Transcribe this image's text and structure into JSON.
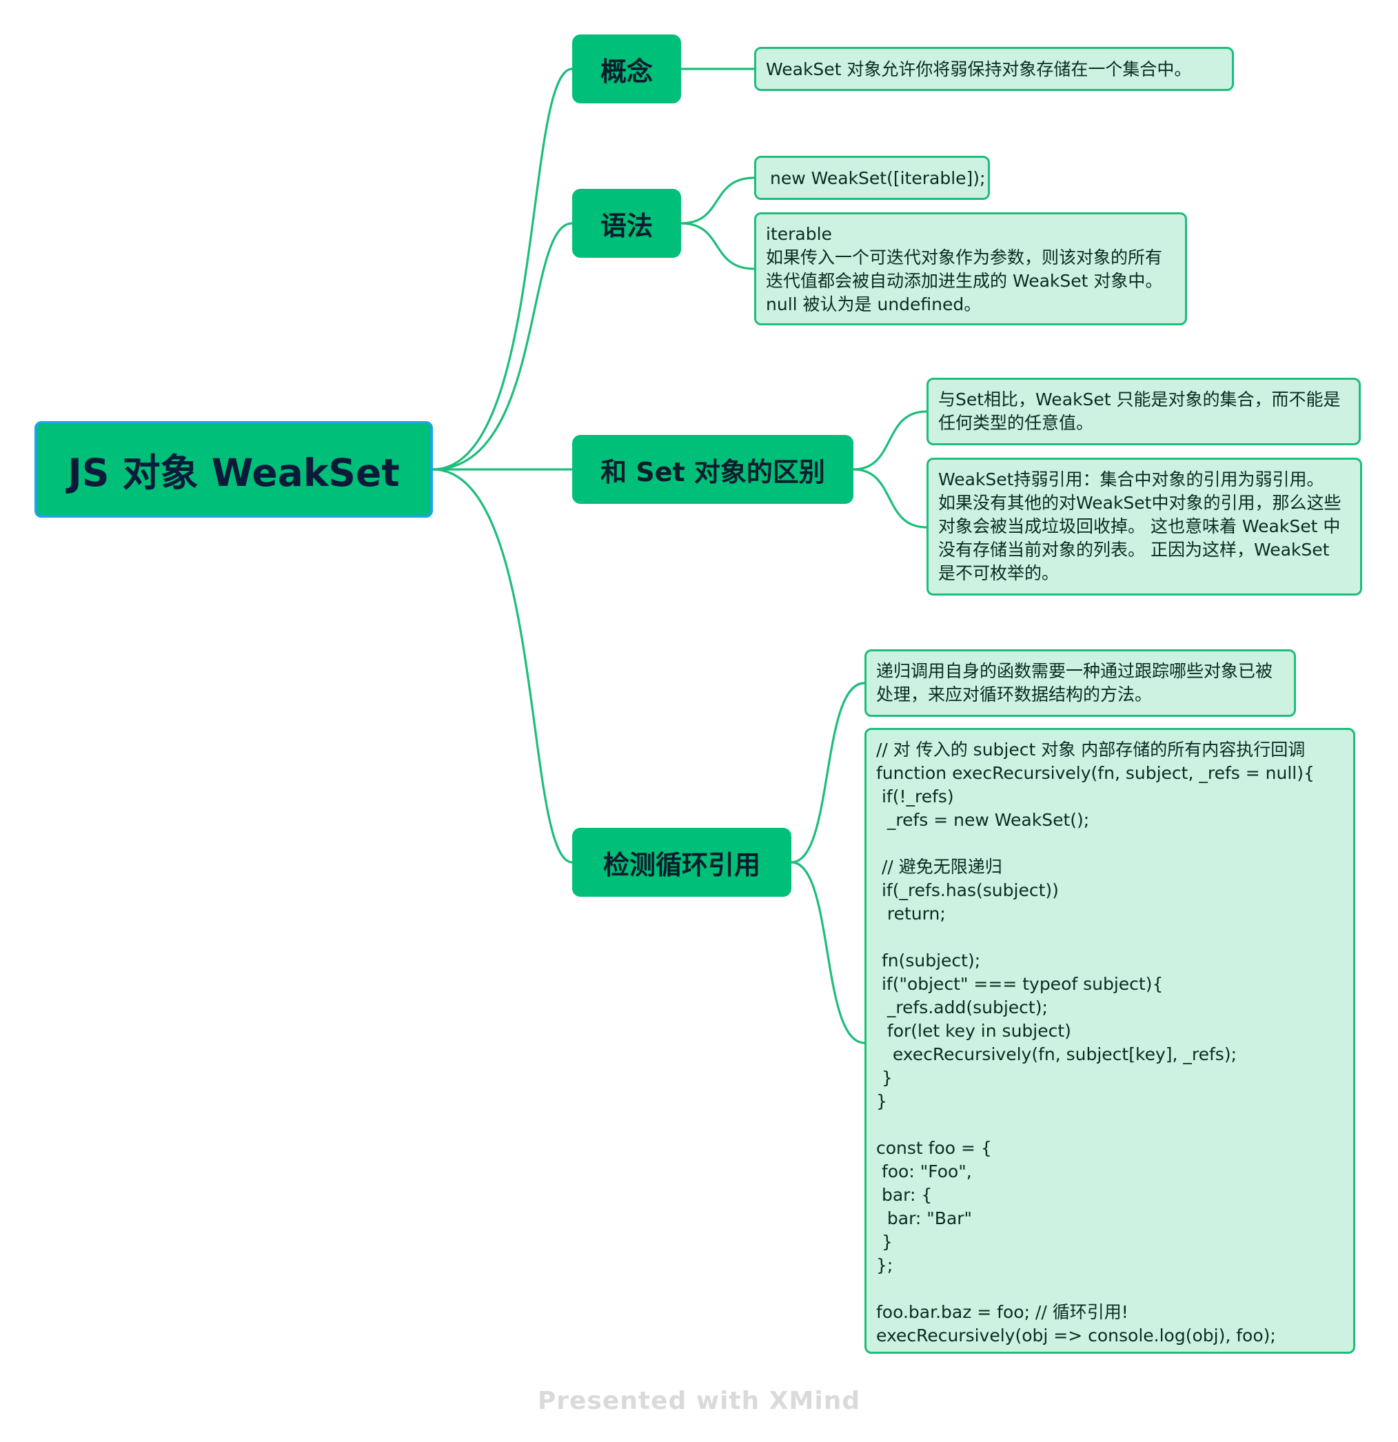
{
  "root": {
    "title": "JS 对象 WeakSet"
  },
  "branches": [
    {
      "label": "概念",
      "items": [
        "WeakSet 对象允许你将弱保持对象存储在一个集合中。"
      ]
    },
    {
      "label": "语法",
      "items": [
        "new WeakSet([iterable]);",
        "iterable\n如果传入一个可迭代对象作为参数，则该对象的所有\n迭代值都会被自动添加进生成的 WeakSet 对象中。\nnull 被认为是 undefined。"
      ]
    },
    {
      "label": "和 Set 对象的区别",
      "items": [
        "与Set相比，WeakSet 只能是对象的集合，而不能是\n任何类型的任意值。",
        "WeakSet持弱引用：集合中对象的引用为弱引用。\n如果没有其他的对WeakSet中对象的引用，那么这些\n对象会被当成垃圾回收掉。 这也意味着 WeakSet 中\n没有存储当前对象的列表。 正因为这样，WeakSet\n是不可枚举的。"
      ]
    },
    {
      "label": "检测循环引用",
      "items": [
        "递归调用自身的函数需要一种通过跟踪哪些对象已被\n处理，来应对循环数据结构的方法。",
        "// 对 传入的 subject 对象 内部存储的所有内容执行回调\nfunction execRecursively(fn, subject, _refs = null){\n if(!_refs)\n  _refs = new WeakSet();\n\n // 避免无限递归\n if(_refs.has(subject))\n  return;\n\n fn(subject);\n if(\"object\" === typeof subject){\n  _refs.add(subject);\n  for(let key in subject)\n   execRecursively(fn, subject[key], _refs);\n }\n}\n\nconst foo = {\n foo: \"Foo\",\n bar: {\n  bar: \"Bar\"\n }\n};\n\nfoo.bar.baz = foo; // 循环引用!\nexecRecursively(obj => console.log(obj), foo);"
      ]
    }
  ],
  "footer": "Presented with XMind",
  "colors": {
    "topic_fill": "#00bf78",
    "root_border": "#19a6e0",
    "leaf_fill": "#cdf2e2",
    "line": "#1dbd7a"
  }
}
